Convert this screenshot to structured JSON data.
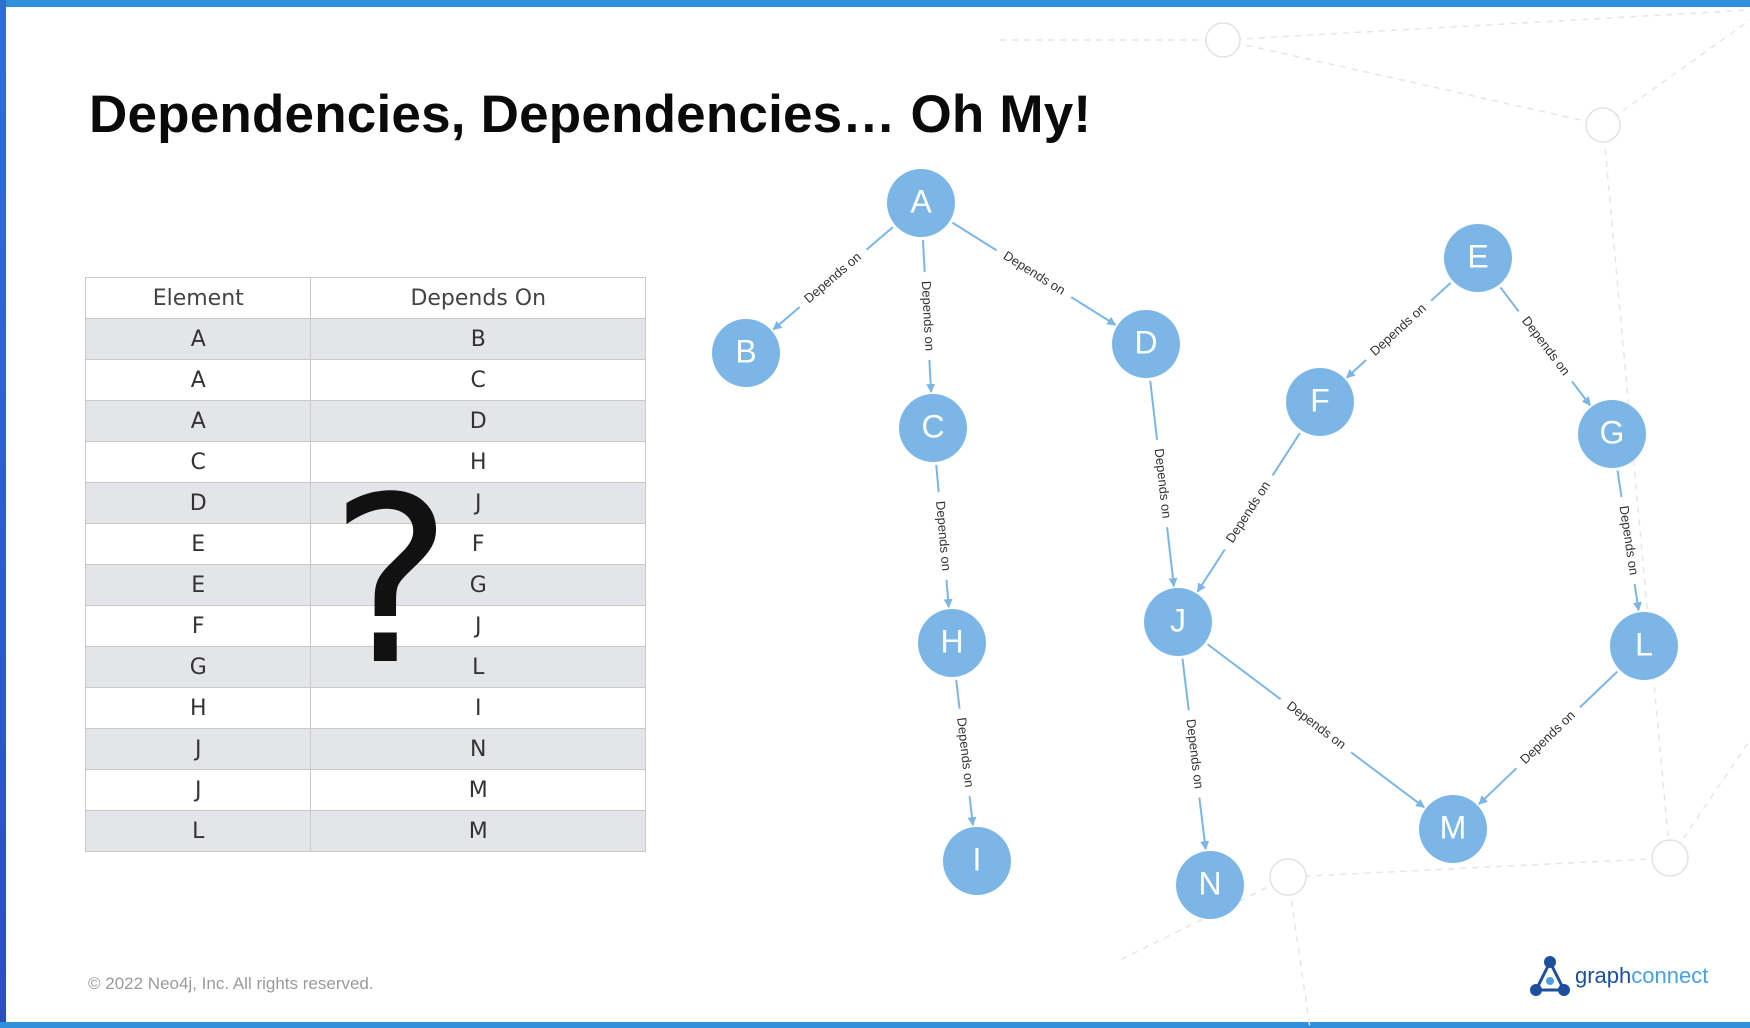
{
  "title": "Dependencies, Dependencies… Oh My!",
  "table": {
    "headers": [
      "Element",
      "Depends On"
    ],
    "rows": [
      [
        "A",
        "B"
      ],
      [
        "A",
        "C"
      ],
      [
        "A",
        "D"
      ],
      [
        "C",
        "H"
      ],
      [
        "D",
        "J"
      ],
      [
        "E",
        "F"
      ],
      [
        "E",
        "G"
      ],
      [
        "F",
        "J"
      ],
      [
        "G",
        "L"
      ],
      [
        "H",
        "I"
      ],
      [
        "J",
        "N"
      ],
      [
        "J",
        "M"
      ],
      [
        "L",
        "M"
      ]
    ]
  },
  "question_mark": "?",
  "graph": {
    "edge_label": "Depends on",
    "node_color": "#7cb6e6",
    "edge_color": "#7cb6e6",
    "nodes": [
      "A",
      "B",
      "C",
      "D",
      "E",
      "F",
      "G",
      "H",
      "I",
      "J",
      "L",
      "M",
      "N"
    ],
    "edges": [
      [
        "A",
        "B"
      ],
      [
        "A",
        "C"
      ],
      [
        "A",
        "D"
      ],
      [
        "C",
        "H"
      ],
      [
        "D",
        "J"
      ],
      [
        "E",
        "F"
      ],
      [
        "E",
        "G"
      ],
      [
        "F",
        "J"
      ],
      [
        "G",
        "L"
      ],
      [
        "H",
        "I"
      ],
      [
        "J",
        "N"
      ],
      [
        "J",
        "M"
      ],
      [
        "L",
        "M"
      ]
    ]
  },
  "footer": "© 2022 Neo4j, Inc. All rights reserved.",
  "logo": {
    "part1": "graph",
    "part2": "connect"
  }
}
